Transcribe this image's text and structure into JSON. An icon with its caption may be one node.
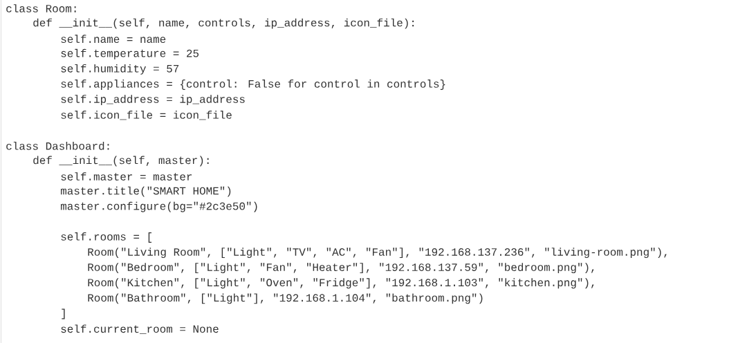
{
  "diagram": {
    "labels": [
      "class Room:",
      "def __init__(self, name, controls, ip_address, icon_file):",
      "self.name = name",
      "self.temperature = 25",
      "self.humidity = 57",
      "self.appliances = {control: False for control in controls}",
      "self.ip_address = ip_address",
      "self.icon_file = icon_file",
      "class Dashboard:",
      "def __init__(self, master):",
      "self.master = master",
      "master.title(\"SMART HOME\")",
      "master.configure(bg=\"#2c3e50\")",
      "self.rooms = [",
      "Room(\"Living Room\", [\"Light\", \"TV\", \"AC\", \"Fan\"], \"192.168.137.236\", \"living-room.png\"),",
      "Room(\"Bedroom\", [\"Light\", \"Fan\", \"Heater\"], \"192.168.137.59\", \"bedroom.png\"),",
      "Room(\"Kitchen\", [\"Light\", \"Oven\", \"Fridge\"], \"192.168.1.103\", \"kitchen.png\"),",
      "Room(\"Bathroom\", [\"Light\"], \"192.168.1.104\", \"bathroom.png\")",
      "]",
      "self.current_room = None"
    ]
  }
}
